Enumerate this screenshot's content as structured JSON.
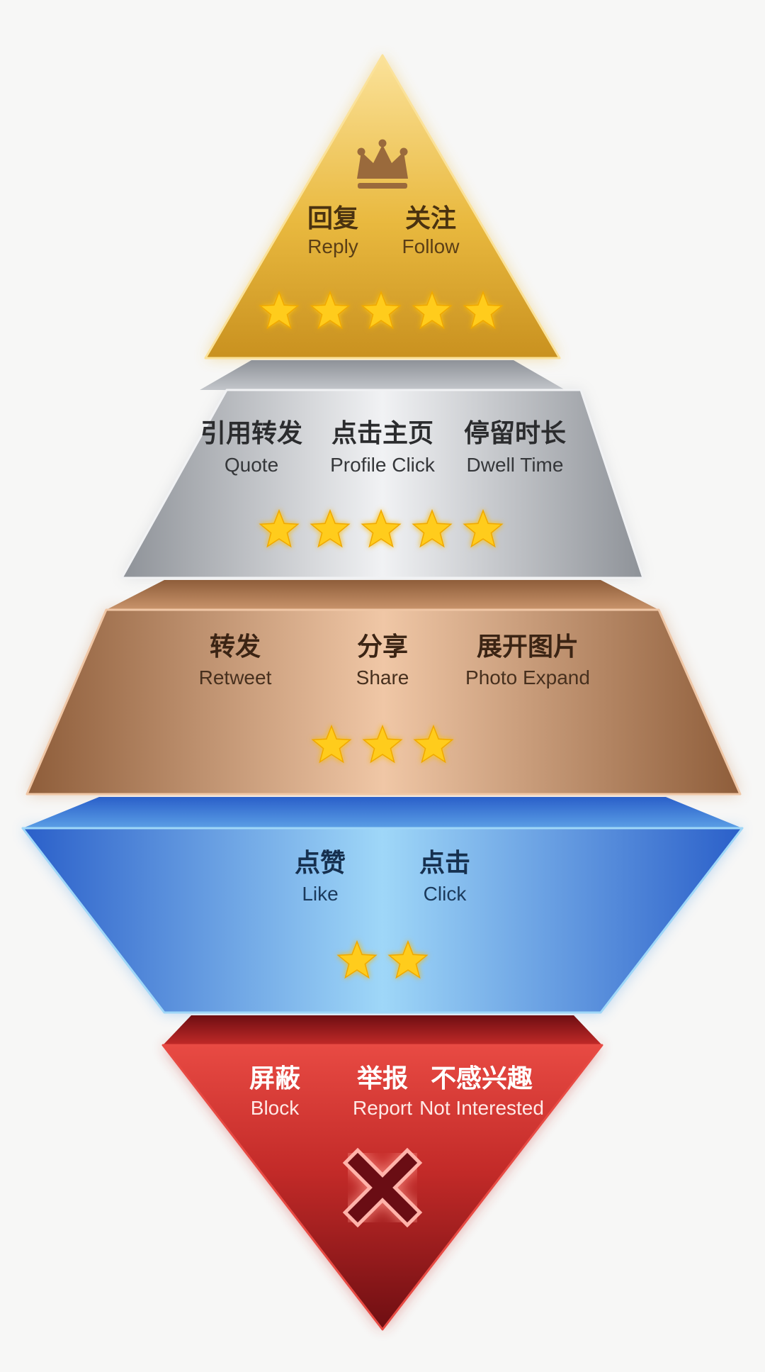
{
  "tiers": [
    {
      "id": "gold",
      "items": [
        {
          "zh": "回复",
          "en": "Reply"
        },
        {
          "zh": "关注",
          "en": "Follow"
        }
      ],
      "stars": 5,
      "icon": "crown-icon",
      "colors": {
        "light": "#fbe29a",
        "mid": "#e9b93f",
        "dark": "#c9911f",
        "text_zh": "#4a3210",
        "text_en": "#5a3e16"
      }
    },
    {
      "id": "silver",
      "items": [
        {
          "zh": "引用转发",
          "en": "Quote"
        },
        {
          "zh": "点击主页",
          "en": "Profile Click"
        },
        {
          "zh": "停留时长",
          "en": "Dwell Time"
        }
      ],
      "stars": 5,
      "colors": {
        "light": "#f1f2f4",
        "mid": "#c3c6cb",
        "dark": "#8e9298",
        "text_zh": "#2b2c2e",
        "text_en": "#35373a"
      }
    },
    {
      "id": "bronze",
      "items": [
        {
          "zh": "转发",
          "en": "Retweet"
        },
        {
          "zh": "分享",
          "en": "Share"
        },
        {
          "zh": "展开图片",
          "en": "Photo Expand"
        }
      ],
      "stars": 3,
      "colors": {
        "light": "#f0c7a6",
        "mid": "#c9946b",
        "dark": "#8e5d3a",
        "text_zh": "#3b2414",
        "text_en": "#47301e"
      }
    },
    {
      "id": "blue",
      "items": [
        {
          "zh": "点赞",
          "en": "Like"
        },
        {
          "zh": "点击",
          "en": "Click"
        }
      ],
      "stars": 2,
      "colors": {
        "light": "#9fd7f8",
        "mid": "#5b9fe6",
        "dark": "#2a5fc9",
        "text_zh": "#16304f",
        "text_en": "#1b3a5c"
      }
    },
    {
      "id": "red",
      "items": [
        {
          "zh": "屏蔽",
          "en": "Block"
        },
        {
          "zh": "举报",
          "en": "Report"
        },
        {
          "zh": "不感兴趣",
          "en": "Not Interested"
        }
      ],
      "stars": 0,
      "icon": "cross-icon",
      "colors": {
        "light": "#e84a43",
        "mid": "#c22a28",
        "dark": "#6e0e12",
        "text_zh": "#ffffff",
        "text_en": "#ffe9e6"
      }
    }
  ],
  "star_color": "#ffcc1a"
}
